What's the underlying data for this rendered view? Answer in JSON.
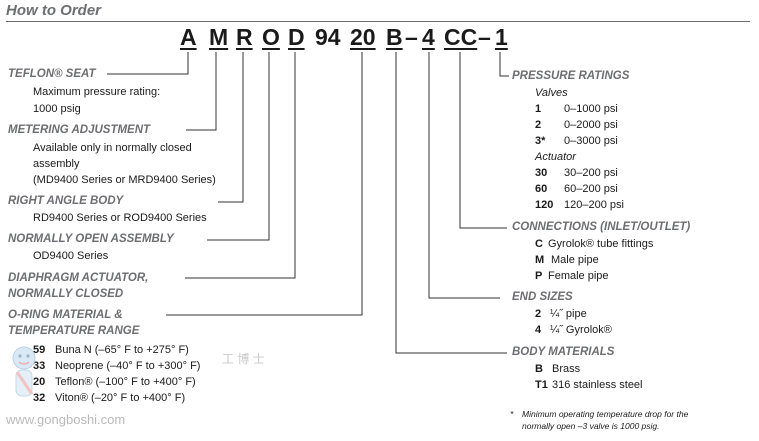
{
  "title": "How to Order",
  "code": {
    "c1": "A",
    "c2": "M",
    "c3": "R",
    "c4": "O",
    "c5": "D",
    "c6": "94",
    "c7": "20",
    "c8": "B",
    "d1": "–",
    "c9": "4",
    "c10": "CC",
    "d2": "–",
    "c11": "1"
  },
  "teflon_seat": {
    "heading": "TEFLON® SEAT",
    "line1": "Maximum pressure rating:",
    "line2": "1000 psig"
  },
  "metering": {
    "heading": "METERING ADJUSTMENT",
    "line1": "Available only in normally closed",
    "line2": "assembly",
    "line3": "(MD9400 Series or MRD9400 Series)"
  },
  "right_angle": {
    "heading": "RIGHT ANGLE BODY",
    "line1": "RD9400 Series or ROD9400 Series"
  },
  "normally_open": {
    "heading": "NORMALLY OPEN ASSEMBLY",
    "line1": "OD9400 Series"
  },
  "diaphragm": {
    "line1": "DIAPHRAGM ACTUATOR,",
    "line2": "NORMALLY CLOSED"
  },
  "oring": {
    "line1": "O-RING MATERIAL &",
    "line2": "TEMPERATURE RANGE",
    "items": [
      {
        "code": "59",
        "desc": "Buna N (–65° F to +275° F)"
      },
      {
        "code": "33",
        "desc": "Neoprene (–40° F to +300° F)"
      },
      {
        "code": "20",
        "desc": "Teflon® (–100° F to +400° F)"
      },
      {
        "code": "32",
        "desc": "Viton® (–20° F to +400° F)"
      }
    ]
  },
  "pressure": {
    "heading": "PRESSURE RATINGS",
    "valves_label": "Valves",
    "valves": [
      {
        "code": "1",
        "desc": "0–1000 psi"
      },
      {
        "code": "2",
        "desc": "0–2000 psi"
      },
      {
        "code": "3*",
        "desc": "0–3000 psi"
      }
    ],
    "actuator_label": "Actuator",
    "actuator": [
      {
        "code": "30",
        "desc": "30–200 psi"
      },
      {
        "code": "60",
        "desc": "60–200 psi"
      },
      {
        "code": "120",
        "desc": "120–200 psi"
      }
    ]
  },
  "connections": {
    "heading": "CONNECTIONS (INLET/OUTLET)",
    "items": [
      {
        "code": "C",
        "desc": "Gyrolok® tube fittings"
      },
      {
        "code": "M",
        "desc": "Male pipe"
      },
      {
        "code": "P",
        "desc": "Female pipe"
      }
    ]
  },
  "end_sizes": {
    "heading": "END SIZES",
    "items": [
      {
        "code": "2",
        "desc": "¼˝ pipe"
      },
      {
        "code": "4",
        "desc": "¼˝ Gyrolok®"
      }
    ]
  },
  "body_materials": {
    "heading": "BODY MATERIALS",
    "items": [
      {
        "code": "B",
        "desc": "Brass"
      },
      {
        "code": "T1",
        "desc": "316 stainless steel"
      }
    ]
  },
  "footnote": {
    "star": "*",
    "line1": "Minimum operating temperature drop for the",
    "line2": "normally open –3 valve is 1000 psig."
  },
  "watermark": {
    "site": "www.gongboshi.com",
    "cn": "工 博 士"
  },
  "colors": {
    "heading": "#6d6e71",
    "text": "#1a1a1a",
    "lines": "#333333"
  }
}
